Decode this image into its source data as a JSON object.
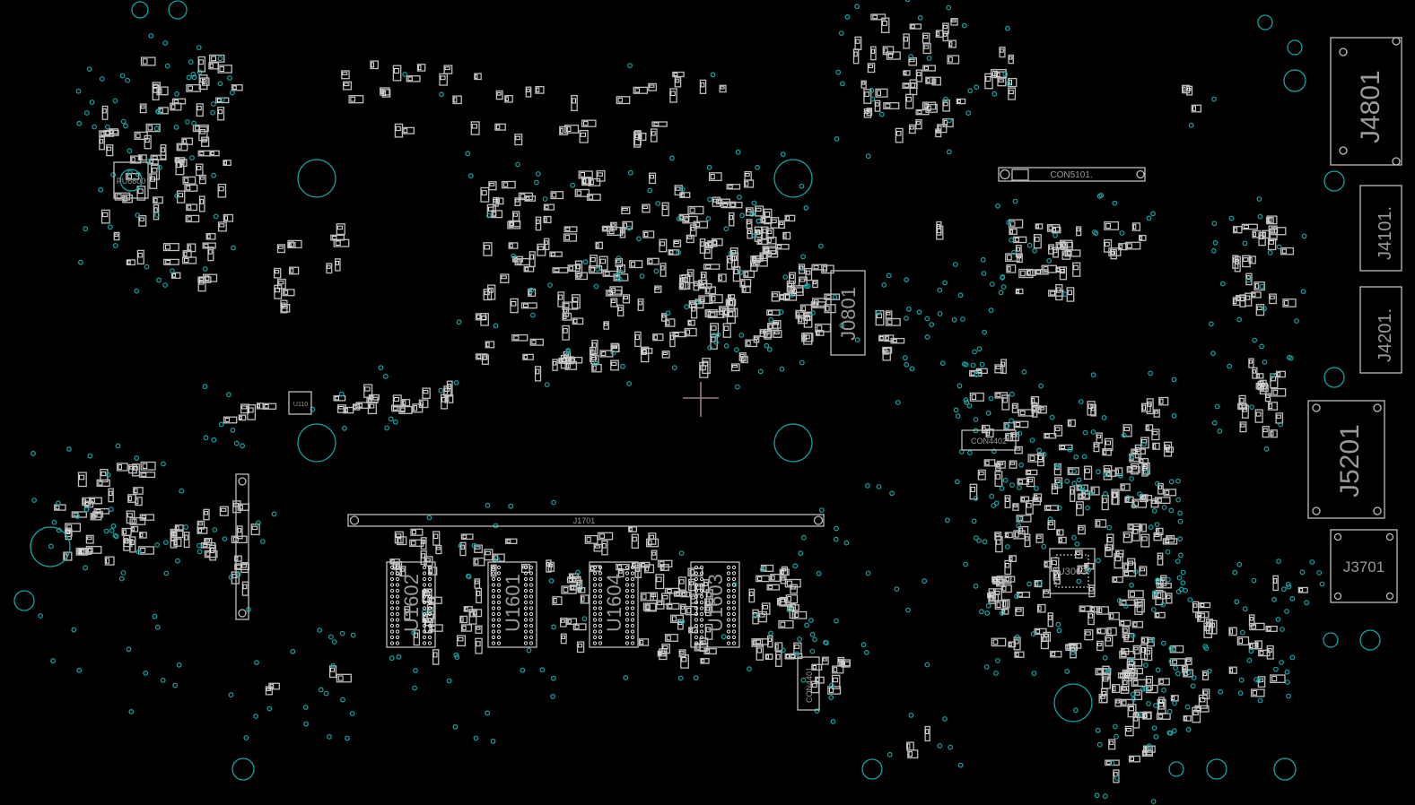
{
  "view": {
    "background": "#000000",
    "outline_color": "#bdbdbd",
    "via_color": "#16a3a3",
    "cursor_color": "#a07884"
  },
  "components": {
    "pu6600": "PU6600",
    "u110": "U110",
    "j1701": "J1701",
    "u1602": "U1602",
    "u1601": "U1601",
    "u1604": "U1604",
    "u1603": "U1603",
    "j0801": "J0801",
    "con5101": "CON5101.",
    "con4402": "CON4402",
    "con4401": "CON4401",
    "u3003": "U3003",
    "j4801": "J4801",
    "j4101": "J4101.",
    "j4201": "J4201.",
    "j5201": "J5201",
    "j3701": "J3701"
  }
}
